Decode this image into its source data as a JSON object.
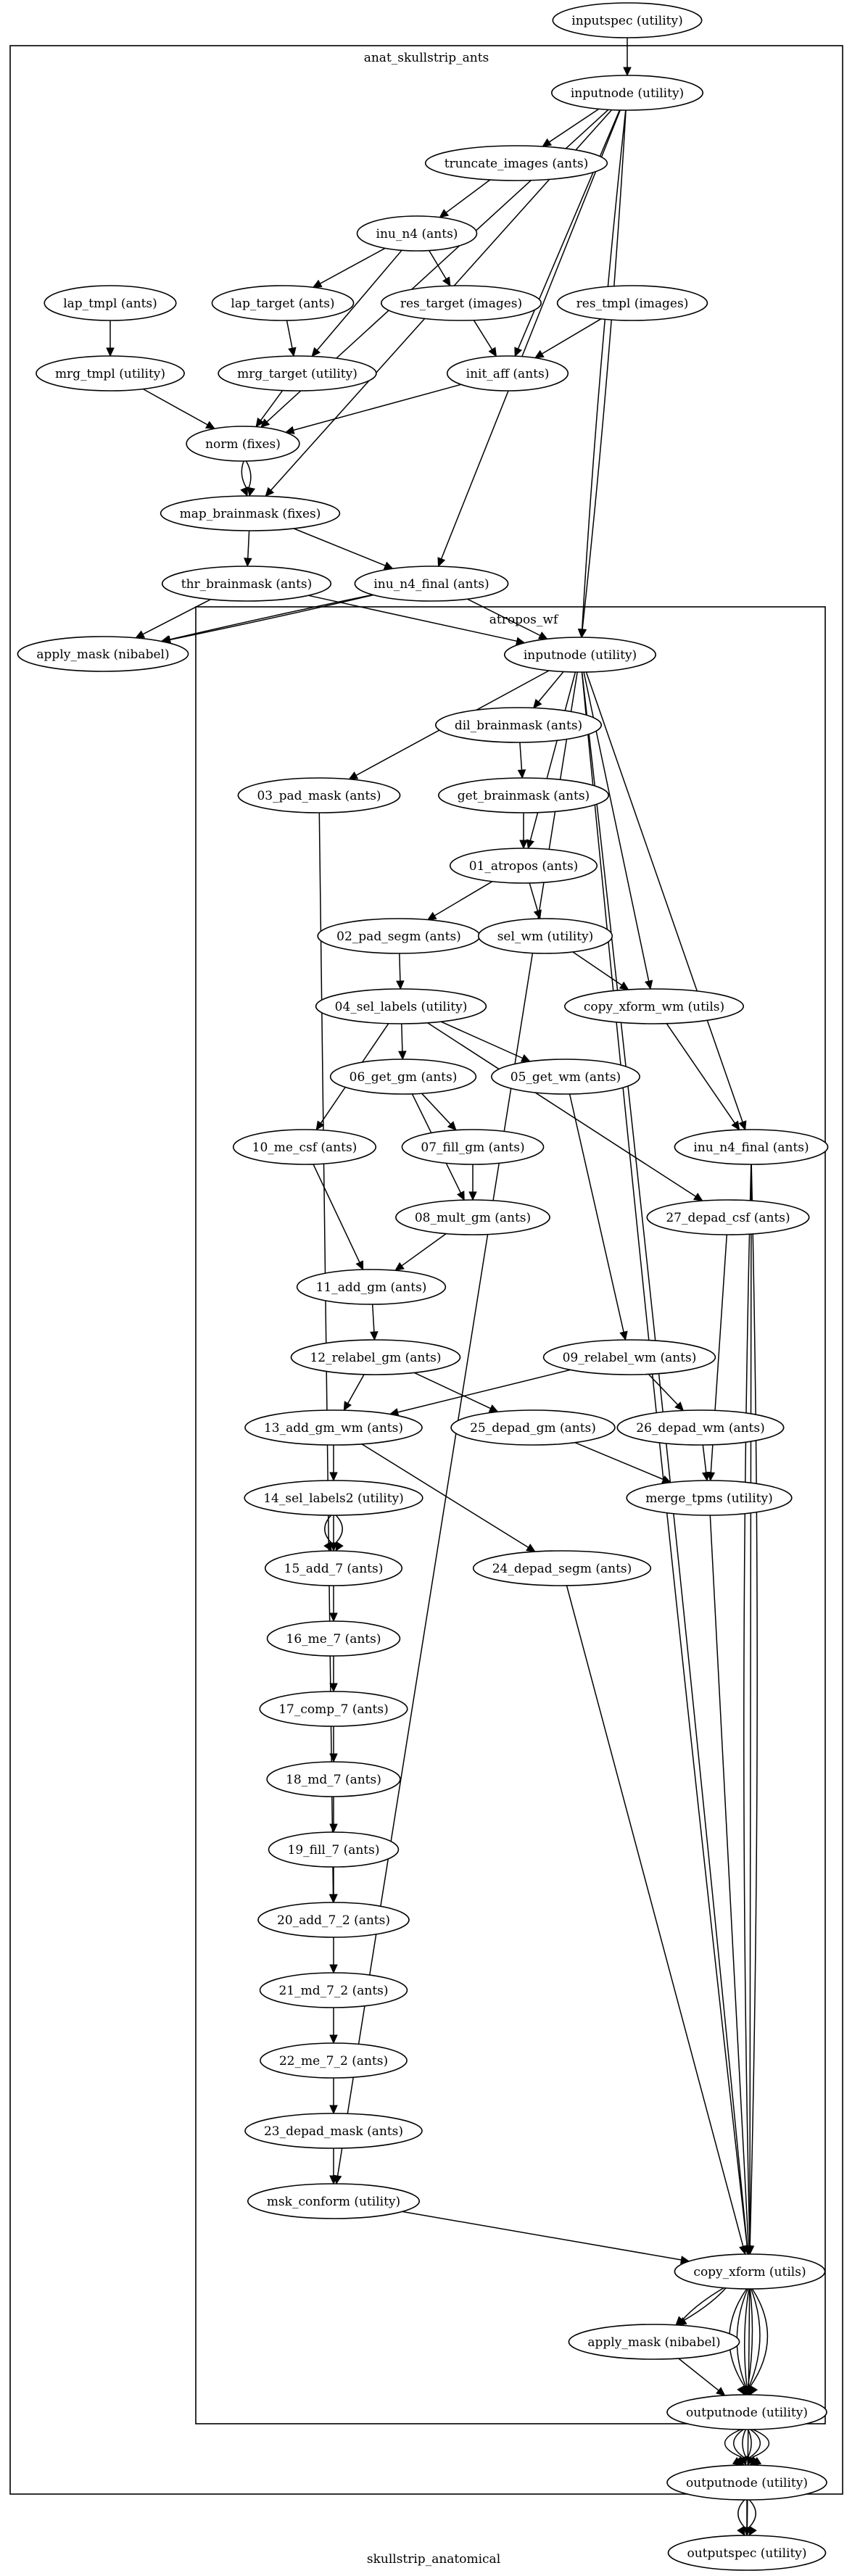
{
  "graph": {
    "label": "skullstrip_anatomical",
    "clusters": [
      {
        "id": "c1",
        "label": "anat_skullstrip_ants"
      },
      {
        "id": "c2",
        "label": "atropos_wf"
      }
    ],
    "nodes": [
      {
        "id": "inputspec",
        "label": "inputspec (utility)"
      },
      {
        "id": "inputnode_a",
        "label": "inputnode (utility)"
      },
      {
        "id": "truncate",
        "label": "truncate_images (ants)"
      },
      {
        "id": "inu_n4",
        "label": "inu_n4 (ants)"
      },
      {
        "id": "lap_tmpl",
        "label": "lap_tmpl (ants)"
      },
      {
        "id": "lap_target",
        "label": "lap_target (ants)"
      },
      {
        "id": "res_target",
        "label": "res_target (images)"
      },
      {
        "id": "res_tmpl",
        "label": "res_tmpl (images)"
      },
      {
        "id": "mrg_tmpl",
        "label": "mrg_tmpl (utility)"
      },
      {
        "id": "mrg_target",
        "label": "mrg_target (utility)"
      },
      {
        "id": "init_aff",
        "label": "init_aff (ants)"
      },
      {
        "id": "norm",
        "label": "norm (fixes)"
      },
      {
        "id": "map_brainmask",
        "label": "map_brainmask (fixes)"
      },
      {
        "id": "thr_brainmask",
        "label": "thr_brainmask (ants)"
      },
      {
        "id": "inu_n4_final_a",
        "label": "inu_n4_final (ants)"
      },
      {
        "id": "apply_mask_a",
        "label": "apply_mask (nibabel)"
      },
      {
        "id": "inputnode_b",
        "label": "inputnode (utility)"
      },
      {
        "id": "dil_brainmask",
        "label": "dil_brainmask (ants)"
      },
      {
        "id": "pad_mask",
        "label": "03_pad_mask (ants)"
      },
      {
        "id": "get_brainmask",
        "label": "get_brainmask (ants)"
      },
      {
        "id": "atropos",
        "label": "01_atropos (ants)"
      },
      {
        "id": "pad_segm",
        "label": "02_pad_segm (ants)"
      },
      {
        "id": "sel_wm",
        "label": "sel_wm (utility)"
      },
      {
        "id": "sel_labels",
        "label": "04_sel_labels (utility)"
      },
      {
        "id": "copy_xform_wm",
        "label": "copy_xform_wm (utils)"
      },
      {
        "id": "get_gm",
        "label": "06_get_gm (ants)"
      },
      {
        "id": "get_wm",
        "label": "05_get_wm (ants)"
      },
      {
        "id": "me_csf",
        "label": "10_me_csf (ants)"
      },
      {
        "id": "fill_gm",
        "label": "07_fill_gm (ants)"
      },
      {
        "id": "inu_n4_final_b",
        "label": "inu_n4_final (ants)"
      },
      {
        "id": "mult_gm",
        "label": "08_mult_gm (ants)"
      },
      {
        "id": "depad_csf",
        "label": "27_depad_csf (ants)"
      },
      {
        "id": "add_gm",
        "label": "11_add_gm (ants)"
      },
      {
        "id": "relabel_gm",
        "label": "12_relabel_gm (ants)"
      },
      {
        "id": "relabel_wm",
        "label": "09_relabel_wm (ants)"
      },
      {
        "id": "add_gm_wm",
        "label": "13_add_gm_wm (ants)"
      },
      {
        "id": "depad_gm",
        "label": "25_depad_gm (ants)"
      },
      {
        "id": "depad_wm",
        "label": "26_depad_wm (ants)"
      },
      {
        "id": "sel_labels2",
        "label": "14_sel_labels2 (utility)"
      },
      {
        "id": "merge_tpms",
        "label": "merge_tpms (utility)"
      },
      {
        "id": "add_7",
        "label": "15_add_7 (ants)"
      },
      {
        "id": "depad_segm",
        "label": "24_depad_segm (ants)"
      },
      {
        "id": "me_7",
        "label": "16_me_7 (ants)"
      },
      {
        "id": "comp_7",
        "label": "17_comp_7 (ants)"
      },
      {
        "id": "md_7",
        "label": "18_md_7 (ants)"
      },
      {
        "id": "fill_7",
        "label": "19_fill_7 (ants)"
      },
      {
        "id": "add_7_2",
        "label": "20_add_7_2 (ants)"
      },
      {
        "id": "md_7_2",
        "label": "21_md_7_2 (ants)"
      },
      {
        "id": "me_7_2",
        "label": "22_me_7_2 (ants)"
      },
      {
        "id": "depad_mask",
        "label": "23_depad_mask (ants)"
      },
      {
        "id": "msk_conform",
        "label": "msk_conform (utility)"
      },
      {
        "id": "copy_xform",
        "label": "copy_xform (utils)"
      },
      {
        "id": "apply_mask_b",
        "label": "apply_mask (nibabel)"
      },
      {
        "id": "outputnode_b",
        "label": "outputnode (utility)"
      },
      {
        "id": "outputnode_a",
        "label": "outputnode (utility)"
      },
      {
        "id": "outputspec",
        "label": "outputspec (utility)"
      }
    ],
    "edges": [
      [
        "inputspec",
        "inputnode_a"
      ],
      [
        "inputnode_a",
        "truncate"
      ],
      [
        "inputnode_a",
        "norm"
      ],
      [
        "inputnode_a",
        "map_brainmask"
      ],
      [
        "inputnode_a",
        "init_aff"
      ],
      [
        "inputnode_a",
        "inu_n4_final_a"
      ],
      [
        "inputnode_a",
        "inputnode_b"
      ],
      [
        "inputnode_a",
        "inputnode_b"
      ],
      [
        "truncate",
        "inu_n4"
      ],
      [
        "inu_n4",
        "lap_target"
      ],
      [
        "inu_n4",
        "res_target"
      ],
      [
        "inu_n4",
        "mrg_target"
      ],
      [
        "lap_tmpl",
        "mrg_tmpl"
      ],
      [
        "lap_target",
        "mrg_target"
      ],
      [
        "res_target",
        "init_aff"
      ],
      [
        "res_tmpl",
        "init_aff"
      ],
      [
        "mrg_tmpl",
        "norm"
      ],
      [
        "mrg_target",
        "norm"
      ],
      [
        "init_aff",
        "norm"
      ],
      [
        "norm",
        "map_brainmask"
      ],
      [
        "norm",
        "map_brainmask"
      ],
      [
        "map_brainmask",
        "thr_brainmask"
      ],
      [
        "map_brainmask",
        "inu_n4_final_a"
      ],
      [
        "thr_brainmask",
        "apply_mask_a"
      ],
      [
        "thr_brainmask",
        "inputnode_b"
      ],
      [
        "inu_n4_final_a",
        "apply_mask_a"
      ],
      [
        "inu_n4_final_a",
        "apply_mask_a"
      ],
      [
        "inu_n4_final_a",
        "inputnode_b"
      ],
      [
        "inputnode_b",
        "dil_brainmask"
      ],
      [
        "inputnode_b",
        "pad_mask"
      ],
      [
        "inputnode_b",
        "atropos"
      ],
      [
        "inputnode_b",
        "copy_xform_wm"
      ],
      [
        "inputnode_b",
        "inu_n4_final_b"
      ],
      [
        "inputnode_b",
        "msk_conform"
      ],
      [
        "inputnode_b",
        "copy_xform"
      ],
      [
        "inputnode_b",
        "copy_xform"
      ],
      [
        "dil_brainmask",
        "get_brainmask"
      ],
      [
        "get_brainmask",
        "atropos"
      ],
      [
        "pad_mask",
        "add_7_2"
      ],
      [
        "atropos",
        "pad_segm"
      ],
      [
        "atropos",
        "sel_wm"
      ],
      [
        "pad_segm",
        "sel_labels"
      ],
      [
        "sel_wm",
        "copy_xform_wm"
      ],
      [
        "copy_xform_wm",
        "inu_n4_final_b"
      ],
      [
        "sel_labels",
        "get_gm"
      ],
      [
        "sel_labels",
        "get_wm"
      ],
      [
        "sel_labels",
        "me_csf"
      ],
      [
        "sel_labels",
        "depad_csf"
      ],
      [
        "get_gm",
        "fill_gm"
      ],
      [
        "get_gm",
        "mult_gm"
      ],
      [
        "fill_gm",
        "mult_gm"
      ],
      [
        "get_wm",
        "relabel_wm"
      ],
      [
        "me_csf",
        "add_gm"
      ],
      [
        "mult_gm",
        "add_gm"
      ],
      [
        "add_gm",
        "relabel_gm"
      ],
      [
        "relabel_gm",
        "add_gm_wm"
      ],
      [
        "relabel_gm",
        "depad_gm"
      ],
      [
        "relabel_wm",
        "add_gm_wm"
      ],
      [
        "relabel_wm",
        "depad_wm"
      ],
      [
        "depad_csf",
        "merge_tpms"
      ],
      [
        "depad_gm",
        "merge_tpms"
      ],
      [
        "depad_wm",
        "merge_tpms"
      ],
      [
        "add_gm_wm",
        "sel_labels2"
      ],
      [
        "add_gm_wm",
        "depad_segm"
      ],
      [
        "sel_labels2",
        "add_7"
      ],
      [
        "sel_labels2",
        "add_7"
      ],
      [
        "sel_labels2",
        "add_7"
      ],
      [
        "add_7",
        "me_7"
      ],
      [
        "me_7",
        "comp_7"
      ],
      [
        "comp_7",
        "md_7"
      ],
      [
        "md_7",
        "fill_7"
      ],
      [
        "fill_7",
        "add_7_2"
      ],
      [
        "add_7_2",
        "md_7_2"
      ],
      [
        "md_7_2",
        "me_7_2"
      ],
      [
        "me_7_2",
        "depad_mask"
      ],
      [
        "depad_mask",
        "msk_conform"
      ],
      [
        "msk_conform",
        "copy_xform"
      ],
      [
        "depad_segm",
        "copy_xform"
      ],
      [
        "merge_tpms",
        "copy_xform"
      ],
      [
        "inu_n4_final_b",
        "copy_xform"
      ],
      [
        "inu_n4_final_b",
        "copy_xform"
      ],
      [
        "inu_n4_final_b",
        "copy_xform"
      ],
      [
        "copy_xform",
        "apply_mask_b"
      ],
      [
        "copy_xform",
        "apply_mask_b"
      ],
      [
        "apply_mask_b",
        "outputnode_b"
      ],
      [
        "copy_xform",
        "outputnode_b"
      ],
      [
        "copy_xform",
        "outputnode_b"
      ],
      [
        "copy_xform",
        "outputnode_b"
      ],
      [
        "copy_xform",
        "outputnode_b"
      ],
      [
        "copy_xform",
        "outputnode_b"
      ],
      [
        "copy_xform",
        "outputnode_b"
      ],
      [
        "copy_xform",
        "outputspec"
      ],
      [
        "outputnode_b",
        "outputnode_a"
      ],
      [
        "outputnode_b",
        "outputnode_a"
      ],
      [
        "outputnode_b",
        "outputnode_a"
      ],
      [
        "outputnode_b",
        "outputnode_a"
      ],
      [
        "outputnode_b",
        "outputnode_a"
      ],
      [
        "outputnode_b",
        "outputnode_a"
      ],
      [
        "outputnode_a",
        "outputspec"
      ],
      [
        "outputnode_a",
        "outputspec"
      ],
      [
        "outputnode_a",
        "outputspec"
      ]
    ]
  }
}
